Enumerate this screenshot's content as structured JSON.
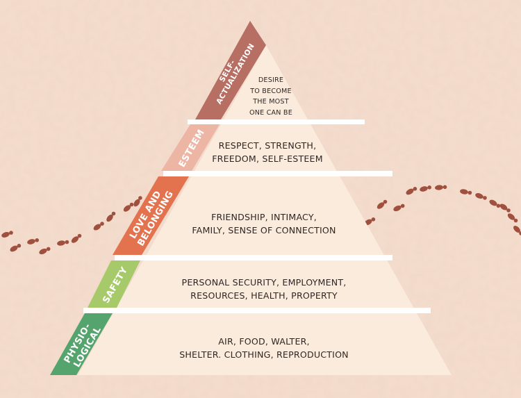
{
  "colors": {
    "background": "#f4dccd",
    "pyramid_fill": "#fbebdd",
    "footprints": "#a0503f",
    "self_actualization": "#b86f63",
    "esteem": "#edb5a3",
    "love_and_belonging": "#e3734f",
    "safety": "#a6c96a",
    "physiological": "#55a46e"
  },
  "levels": [
    {
      "id": "self-actualization",
      "label_lines": [
        "SELF-",
        "ACTUALIZATION"
      ],
      "description_lines": [
        "DESIRE",
        "TO BECOME",
        "THE MOST",
        "ONE CAN BE"
      ]
    },
    {
      "id": "esteem",
      "label_lines": [
        "ESTEEM"
      ],
      "description_lines": [
        "RESPECT, STRENGTH,",
        "FREEDOM, SELF-ESTEEM"
      ]
    },
    {
      "id": "love-and-belonging",
      "label_lines": [
        "LOVE AND",
        "BELONGING"
      ],
      "description_lines": [
        "FRIENDSHIP, INTIMACY,",
        "FAMILY, SENSE OF CONNECTION"
      ]
    },
    {
      "id": "safety",
      "label_lines": [
        "SAFETY"
      ],
      "description_lines": [
        "PERSONAL SECURITY, EMPLOYMENT,",
        "RESOURCES, HEALTH, PROPERTY"
      ]
    },
    {
      "id": "physiological",
      "label_lines": [
        "PHYSIO-",
        "LOGICAL"
      ],
      "description_lines": [
        "AIR, FOOD, WALTER,",
        "SHELTER. CLOTHING, REPRODUCTION"
      ]
    }
  ]
}
